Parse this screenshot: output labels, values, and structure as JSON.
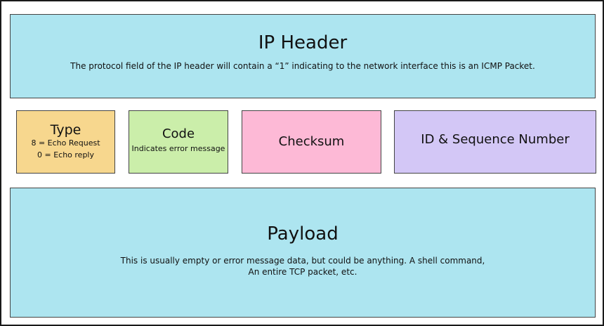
{
  "ip_header": {
    "title": "IP Header",
    "description": "The protocol field of the IP header will contain a “1” indicating to the network interface this is an ICMP Packet."
  },
  "type_field": {
    "title": "Type",
    "line1": "8 = Echo Request",
    "line2": "0  = Echo reply"
  },
  "code_field": {
    "title": "Code",
    "description": "Indicates error message"
  },
  "checksum_field": {
    "title": "Checksum"
  },
  "id_sequence_field": {
    "title": "ID & Sequence Number"
  },
  "payload": {
    "title": "Payload",
    "description": "This is usually empty or error message data, but could be anything. A shell command,\nAn entire TCP packet, etc."
  },
  "colors": {
    "header_payload": "#ade5f0",
    "type": "#f7d78e",
    "code": "#cbeeaa",
    "checksum": "#fdb9d6",
    "id_sequence": "#d3c7f6"
  }
}
